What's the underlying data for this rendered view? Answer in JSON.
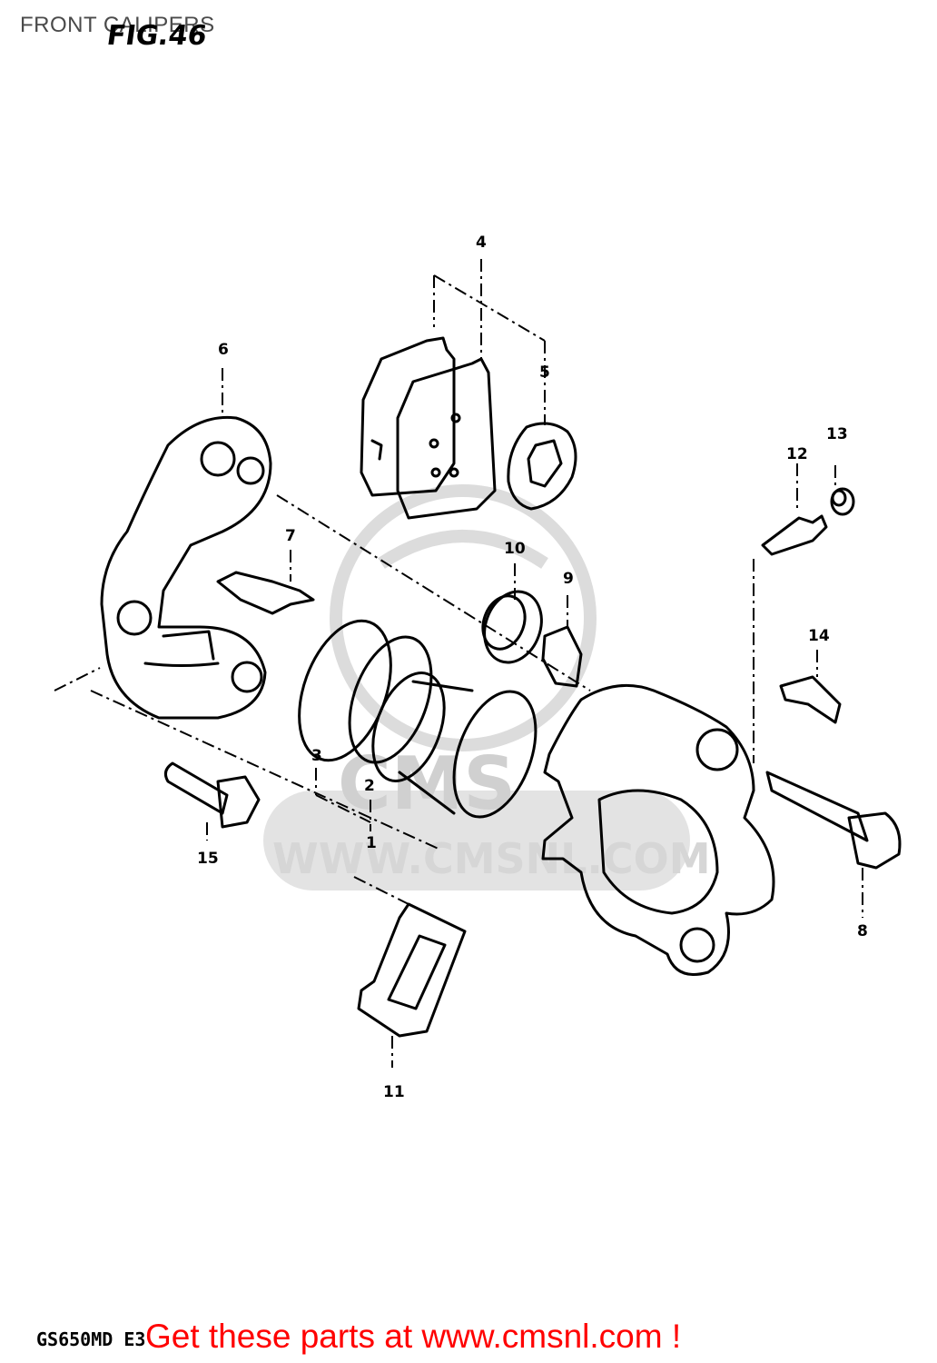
{
  "header": {
    "page_label": "FRONT CALIPERS",
    "figure_no": "FIG.46"
  },
  "watermark": {
    "url": "WWW.CMSNL.COM",
    "logo_text": "CMS"
  },
  "footer": {
    "model_code": "GS650MD E3",
    "promo": "Get these parts at www.cmsnl.com !"
  },
  "callouts": [
    "1",
    "2",
    "3",
    "4",
    "5",
    "6",
    "7",
    "8",
    "9",
    "10",
    "11",
    "12",
    "13",
    "14",
    "15"
  ],
  "colors": {
    "promo": "#ff0000",
    "watermark": "#d6d6d6",
    "line": "#000000"
  }
}
